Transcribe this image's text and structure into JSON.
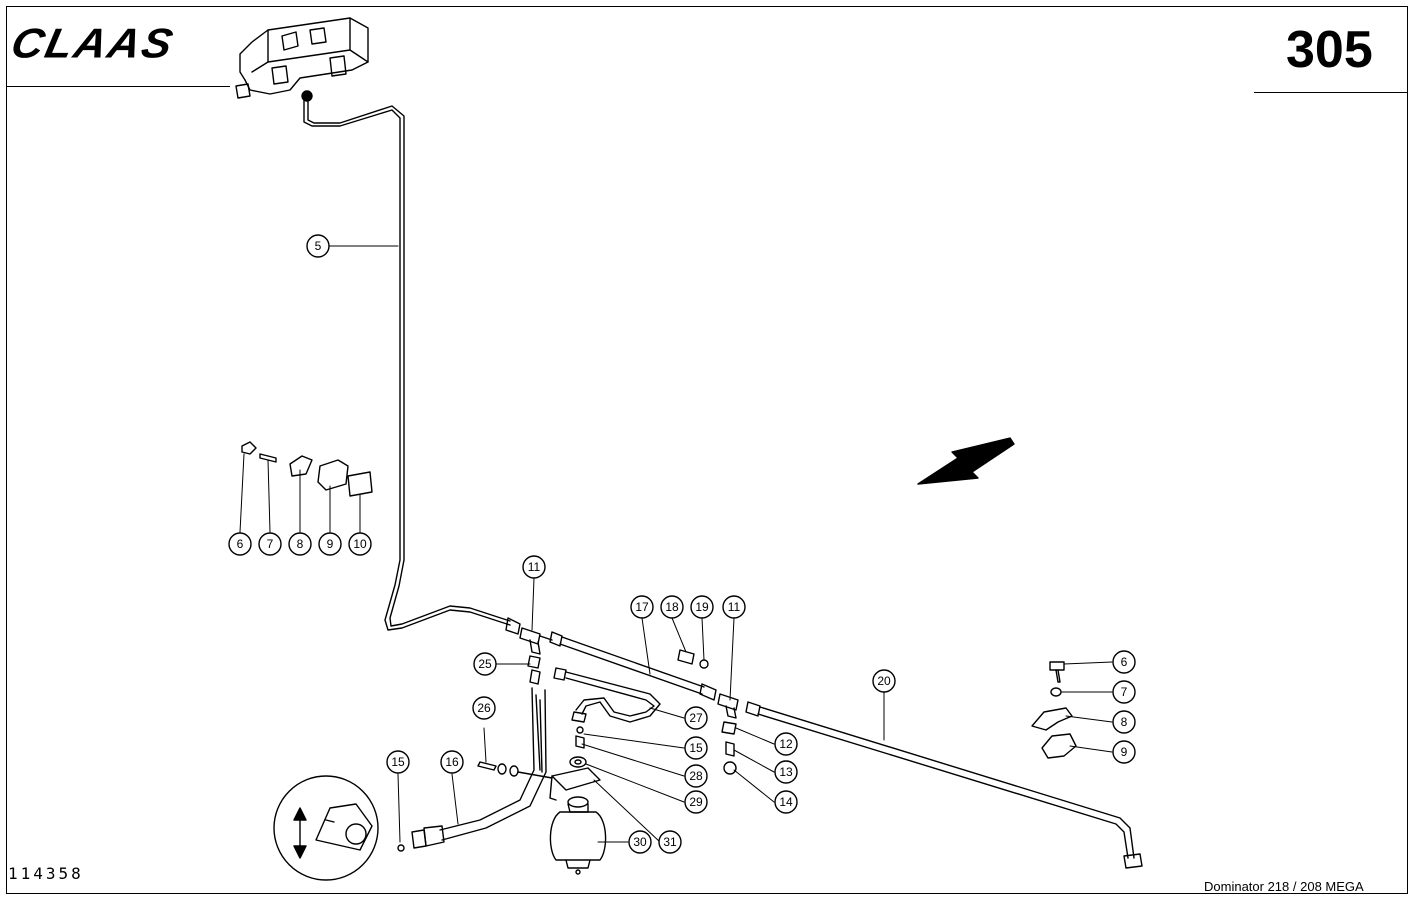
{
  "header": {
    "logo": "CLAAS",
    "page_number": "305"
  },
  "footer": {
    "drawing_number": "114358",
    "model": "Dominator 218 / 208 MEGA"
  },
  "callouts": [
    {
      "label": "5"
    },
    {
      "label": "6"
    },
    {
      "label": "7"
    },
    {
      "label": "8"
    },
    {
      "label": "9"
    },
    {
      "label": "10"
    },
    {
      "label": "11"
    },
    {
      "label": "25"
    },
    {
      "label": "17"
    },
    {
      "label": "18"
    },
    {
      "label": "19"
    },
    {
      "label": "11"
    },
    {
      "label": "27"
    },
    {
      "label": "15"
    },
    {
      "label": "28"
    },
    {
      "label": "29"
    },
    {
      "label": "26"
    },
    {
      "label": "15"
    },
    {
      "label": "16"
    },
    {
      "label": "12"
    },
    {
      "label": "13"
    },
    {
      "label": "14"
    },
    {
      "label": "30"
    },
    {
      "label": "31"
    },
    {
      "label": "20"
    },
    {
      "label": "6"
    },
    {
      "label": "7"
    },
    {
      "label": "8"
    },
    {
      "label": "9"
    }
  ],
  "icons": {
    "direction_arrow": "travel-direction-arrow-icon",
    "location_inset": "machine-location-inset-icon"
  }
}
